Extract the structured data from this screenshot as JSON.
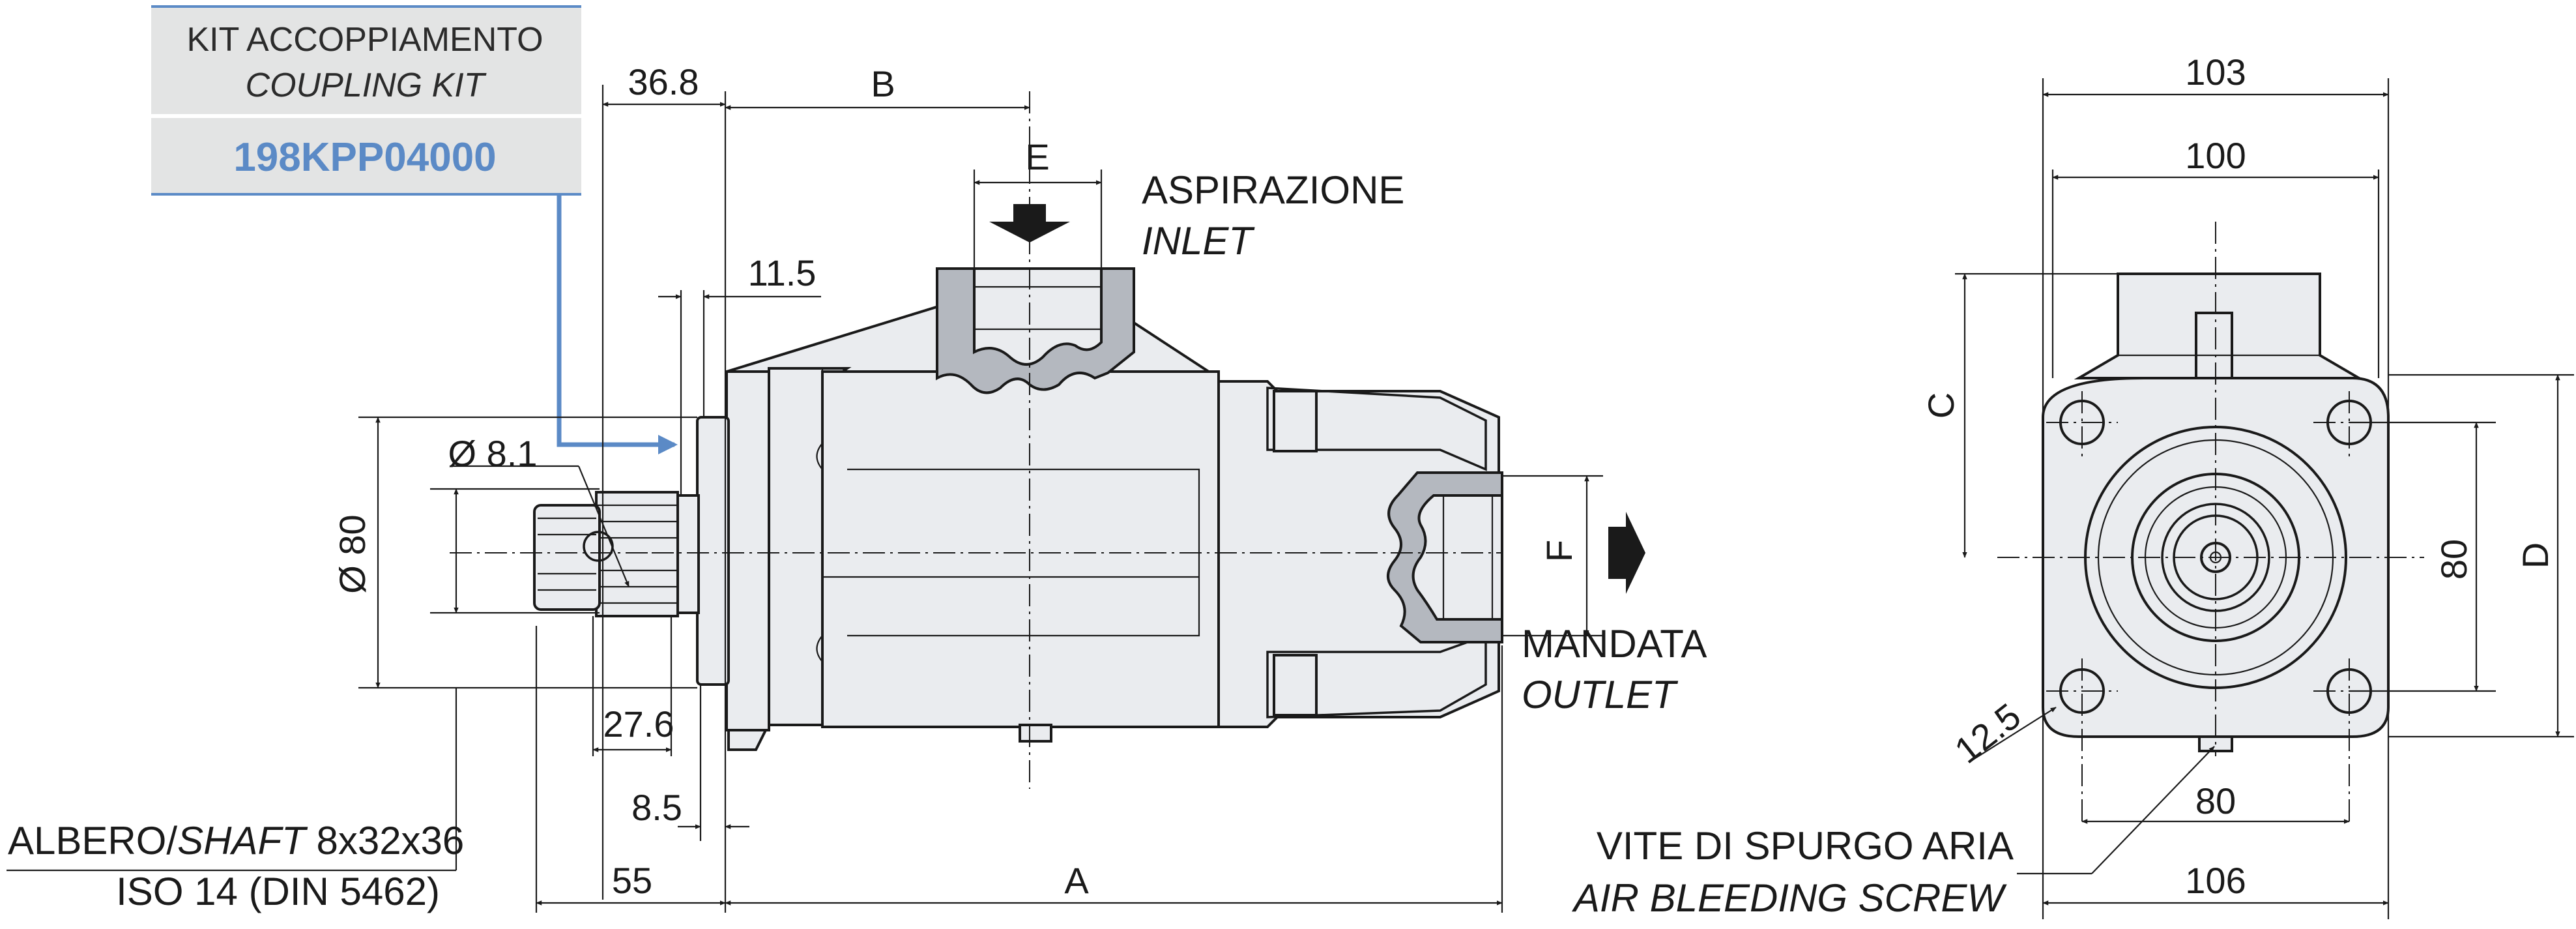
{
  "coupling_kit": {
    "title_it": "KIT ACCOPPIAMENTO",
    "title_en": "COUPLING KIT",
    "code": "198KPP04000"
  },
  "dimensions": {
    "d_36_8": "36.8",
    "d_B": "B",
    "d_E": "E",
    "d_11_5": "11.5",
    "d_phi_8_1": "Ø 8.1",
    "d_phi_80": "Ø 80",
    "d_27_6": "27.6",
    "d_8_5": "8.5",
    "d_55": "55",
    "d_A": "A",
    "d_F": "F",
    "d_103": "103",
    "d_100": "100",
    "d_C": "C",
    "d_80_v": "80",
    "d_D": "D",
    "d_12_5": "12.5",
    "d_80_h": "80",
    "d_106": "106"
  },
  "labels": {
    "inlet_it": "ASPIRAZIONE",
    "inlet_en": "INLET",
    "outlet_it": "MANDATA",
    "outlet_en": "OUTLET",
    "shaft_prefix": "ALBERO/",
    "shaft_word": "SHAFT",
    "shaft_size": " 8x32x36",
    "shaft_std": "ISO 14 (DIN 5462)",
    "bleed_it": "VITE DI SPURGO ARIA",
    "bleed_en": "AIR BLEEDING SCREW"
  },
  "colors": {
    "body_fill": "#eaecef",
    "port_fill": "#b4b8bf",
    "kit_panel": "#e3e4e4",
    "kit_accent": "#5b8ac6",
    "line": "#1a1a1a"
  }
}
